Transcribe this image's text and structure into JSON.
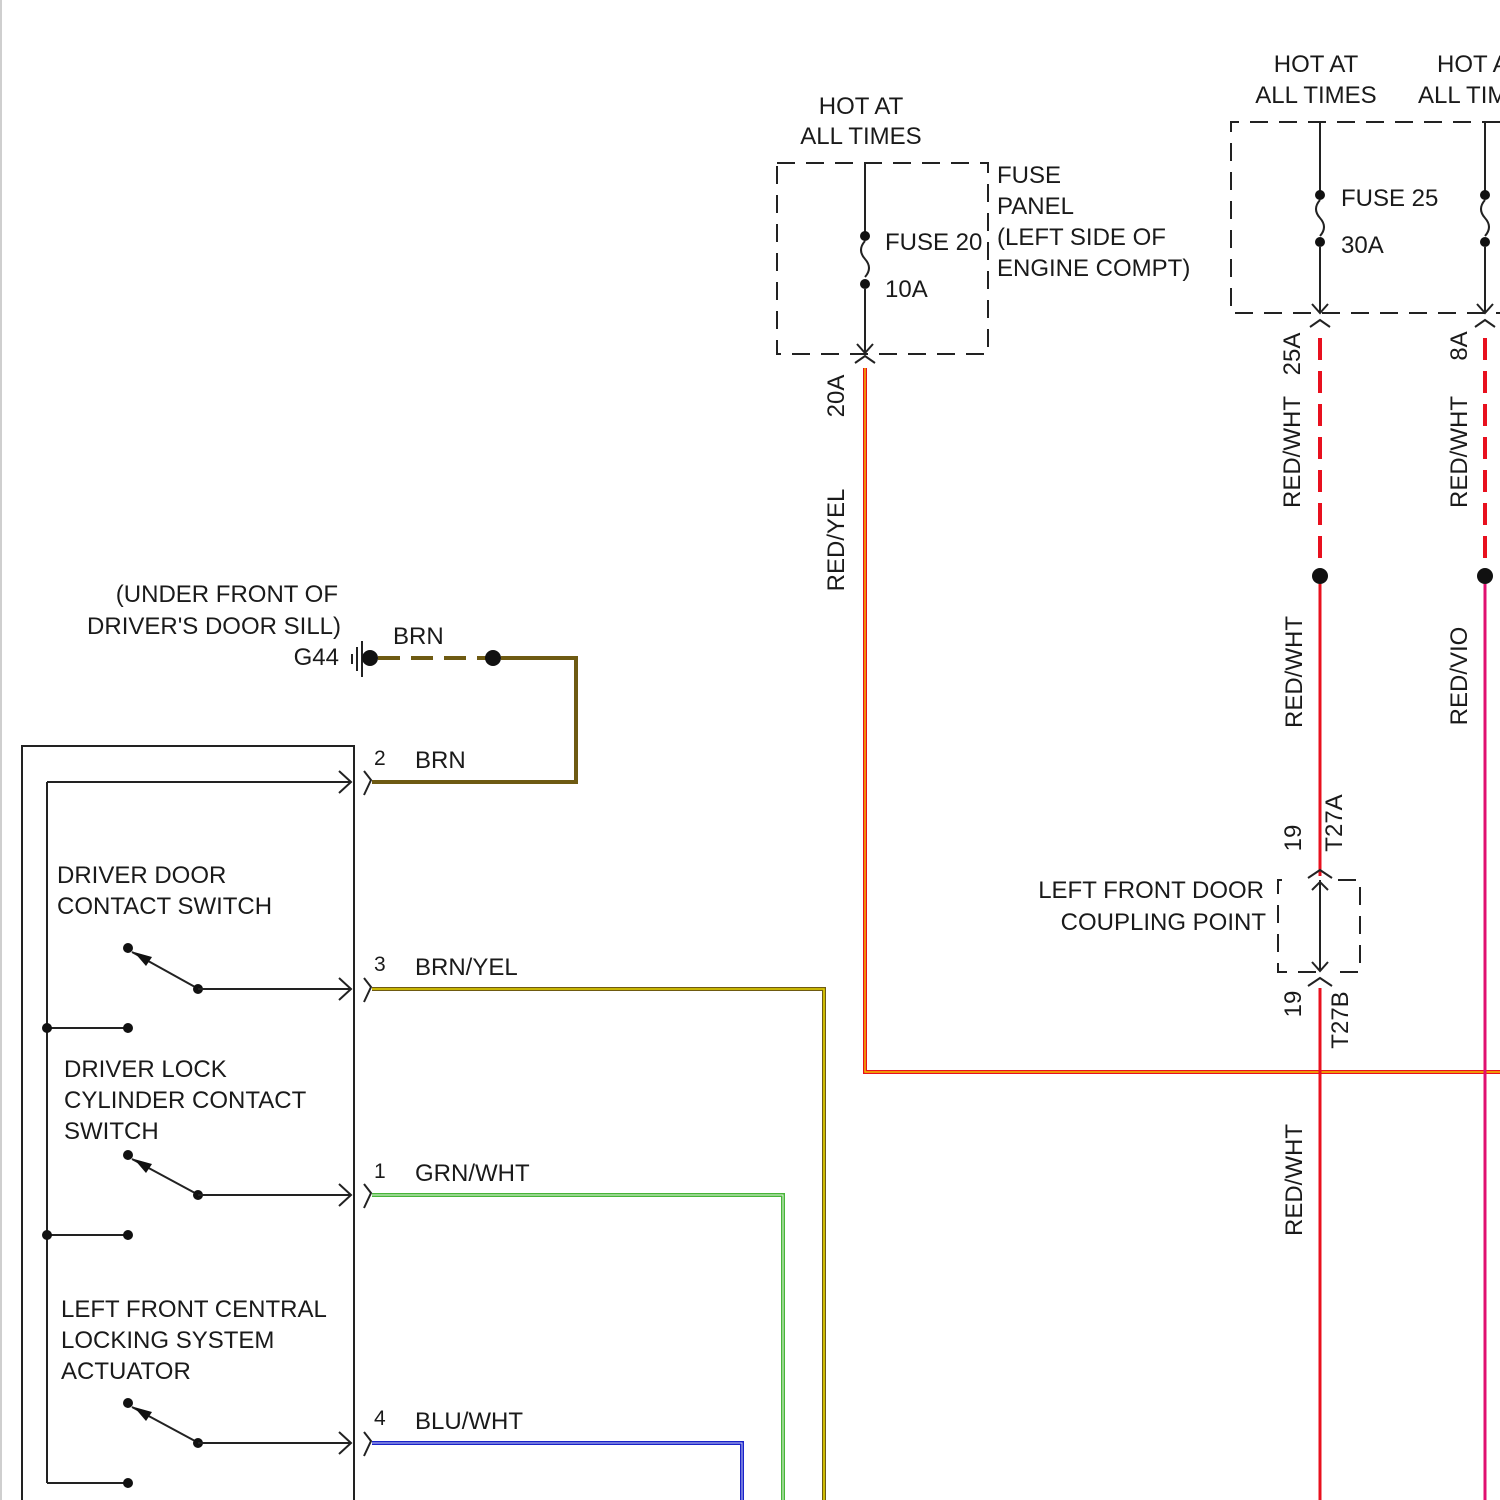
{
  "power_sources": {
    "hot_left": [
      "HOT AT",
      "ALL TIMES"
    ],
    "hot_right_1": [
      "HOT AT",
      "ALL TIMES"
    ],
    "hot_right_2": [
      "HOT A",
      "ALL TIM"
    ]
  },
  "fuse_panel": {
    "label": [
      "FUSE",
      "PANEL",
      "(LEFT SIDE OF",
      "ENGINE COMPT)"
    ],
    "fuse_20": {
      "name": "FUSE 20",
      "rating": "10A",
      "terminal": "20A",
      "wire": "RED/YEL"
    },
    "fuse_25": {
      "name": "FUSE 25",
      "rating": "30A",
      "terminal": "25A",
      "wire": "RED/WHT"
    },
    "right_fuse": {
      "terminal": "8A",
      "wire": "RED/WHT"
    }
  },
  "right_wires": {
    "mid_left": "RED/WHT",
    "mid_right": "RED/VIO",
    "bottom": "RED/WHT"
  },
  "coupling_point": {
    "label": [
      "LEFT FRONT DOOR",
      "COUPLING POINT"
    ],
    "top_pin": "19",
    "top_connector": "T27A",
    "bottom_pin": "19",
    "bottom_connector": "T27B"
  },
  "ground": {
    "location": [
      "(UNDER FRONT OF",
      "DRIVER'S DOOR SILL)"
    ],
    "name": "G44",
    "wire": "BRN"
  },
  "component": {
    "pins": [
      {
        "pin": "2",
        "wire": "BRN"
      },
      {
        "pin": "3",
        "wire": "BRN/YEL"
      },
      {
        "pin": "1",
        "wire": "GRN/WHT"
      },
      {
        "pin": "4",
        "wire": "BLU/WHT"
      }
    ],
    "switches": [
      [
        "DRIVER DOOR",
        "CONTACT SWITCH"
      ],
      [
        "DRIVER LOCK",
        "CYLINDER CONTACT",
        "SWITCH"
      ],
      [
        "LEFT FRONT CENTRAL",
        "LOCKING SYSTEM",
        "ACTUATOR"
      ]
    ]
  },
  "colors": {
    "brn": "#6e5a12",
    "brn_yel": "#c9b800",
    "grn_wht": "#48b53a",
    "blu_wht": "#1a22c8",
    "red": "#e8101e",
    "red_yel": "#f2c200",
    "red_vio": "#e01070"
  }
}
